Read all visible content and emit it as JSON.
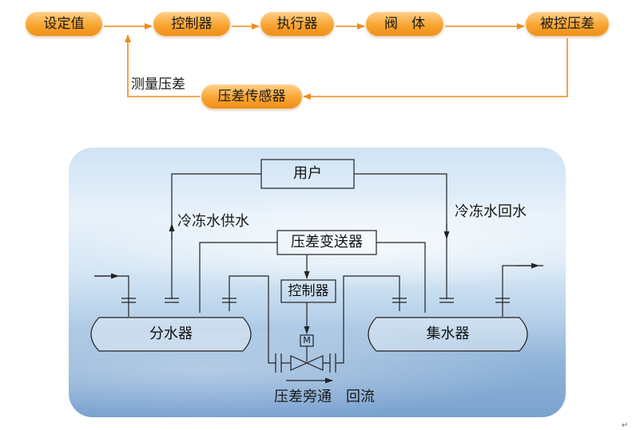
{
  "flow": {
    "set_value": "设定值",
    "controller": "控制器",
    "actuator": "执行器",
    "valve_body": "阀　体",
    "controlled_dp": "被控压差",
    "dp_sensor": "压差传感器",
    "measured_dp": "测量压差"
  },
  "system": {
    "user": "用户",
    "chilled_supply": "冷冻水供水",
    "chilled_return": "冷冻水回水",
    "dp_transmitter": "压差变送器",
    "controller": "控制器",
    "motor": "M",
    "distributor": "分水器",
    "collector": "集水器",
    "bypass_label": "压差旁通　回流"
  },
  "colors": {
    "pill_orange": "#f9a531",
    "arrow_orange": "#f08a1c",
    "line_dark": "#222222",
    "panel_blue": "#a9c6e4"
  },
  "corner_mark": "↵"
}
